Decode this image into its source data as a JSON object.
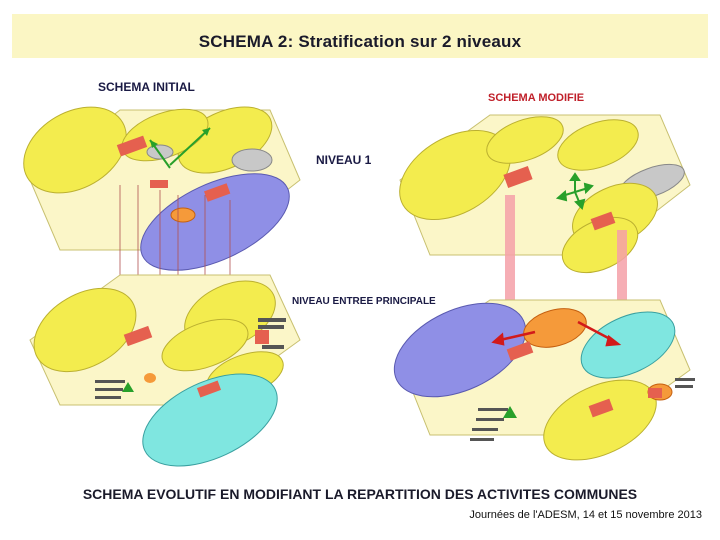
{
  "title": "SCHEMA 2: Stratification sur 2 niveaux",
  "labels": {
    "schema_initial": "SCHEMA INITIAL",
    "schema_modifie": "SCHEMA MODIFIE",
    "niveau_1": "NIVEAU 1",
    "niveau_entree": "NIVEAU ENTREE PRINCIPALE"
  },
  "bottom_title": "SCHEMA EVOLUTIF EN MODIFIANT LA REPARTITION DES ACTIVITES COMMUNES",
  "footer": "Journées de l'ADESM, 14 et 15 novembre 2013",
  "colors": {
    "title_bg": "#fbf6c4",
    "yellow": "#f3ec4e",
    "purple": "#8f8fe6",
    "cyan": "#7fe6e0",
    "red_block": "#e5604f",
    "orange": "#f59a3a",
    "green_arrow": "#28a02a",
    "red_arrow": "#d21a1a",
    "pink_column": "#f4a0a8"
  }
}
